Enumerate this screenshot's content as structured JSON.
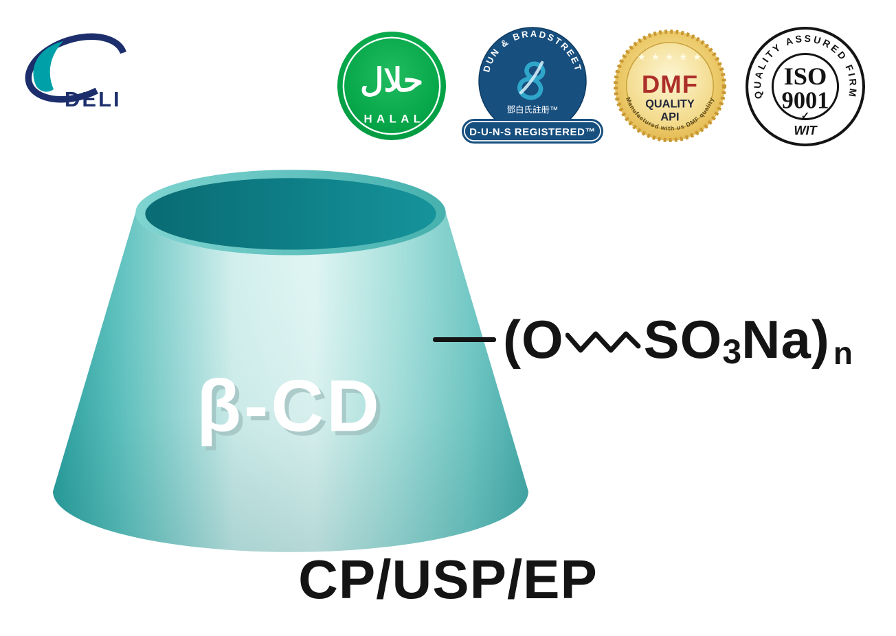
{
  "colors": {
    "cone_teal_light": "#d2efed",
    "cone_teal_dark": "#0a6b73",
    "logo_navy": "#1c2e6b",
    "logo_teal": "#00a0a8",
    "halal_green": "#009a44",
    "dnb_blue": "#174f7f",
    "dmf_gold": "#e3b95c",
    "dmf_red": "#ad2f2a",
    "text_black": "#141414"
  },
  "logo": {
    "text": "DELI"
  },
  "badges": {
    "halal": {
      "arabic": "حلال",
      "label": "HALAL"
    },
    "dnb": {
      "arc_text": "DUN & BRADSTREET",
      "cn_text": "鄧白氏註册™",
      "banner_text": "D-U-N-S REGISTERED™"
    },
    "dmf": {
      "stars": "★ ★ ★ ★ ★",
      "title": "DMF",
      "line1": "QUALITY",
      "line2": "API",
      "arc_text": "Manufactured with us DMF quality"
    },
    "iso": {
      "arc_text": "QUALITY ASSURED FIRM",
      "title": "ISO",
      "number": "9001",
      "checkmark": "✓",
      "wordmark": "WIT"
    }
  },
  "diagram": {
    "cone_label": "β-CD",
    "formula": {
      "open": "(O",
      "group": "SO",
      "subscript": "3",
      "salt": "Na)",
      "index": "n"
    },
    "grades": "CP/USP/EP"
  }
}
